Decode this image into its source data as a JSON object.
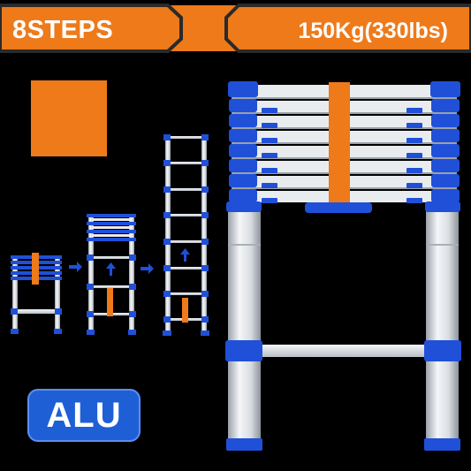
{
  "banner": {
    "steps_label": "8STEPS",
    "capacity_label": "150Kg(330lbs)"
  },
  "badge": {
    "material_label": "ALU"
  },
  "colors": {
    "accent_orange": "#ee7a1a",
    "badge_blue": "#1f5fd6",
    "cap_blue": "#2050d8",
    "aluminium": "#dfe3e8"
  },
  "icons": {
    "arrow": "right-arrow-icon",
    "up_arrow": "up-arrow-icon"
  }
}
